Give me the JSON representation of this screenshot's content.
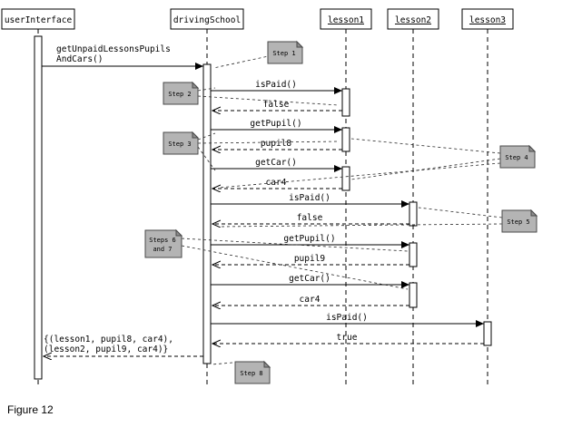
{
  "caption": "Figure 12",
  "colors": {
    "note_fill": "#b4b4b4",
    "note_fold": "#8e8e8e",
    "line": "#000000",
    "background": "#ffffff"
  },
  "lifelines": [
    {
      "name": "userInterface",
      "underlined": false
    },
    {
      "name": "drivingSchool",
      "underlined": false
    },
    {
      "name": "lesson1",
      "underlined": true
    },
    {
      "name": "lesson2",
      "underlined": true
    },
    {
      "name": "lesson3",
      "underlined": true
    }
  ],
  "messages": [
    {
      "from": "userInterface",
      "to": "drivingSchool",
      "type": "call",
      "lines": [
        "getUnpaidLessonsPupils",
        "AndCars()"
      ]
    },
    {
      "from": "drivingSchool",
      "to": "lesson1",
      "type": "call",
      "lines": [
        "isPaid()"
      ]
    },
    {
      "from": "lesson1",
      "to": "drivingSchool",
      "type": "return",
      "lines": [
        "false"
      ]
    },
    {
      "from": "drivingSchool",
      "to": "lesson1",
      "type": "call",
      "lines": [
        "getPupil()"
      ]
    },
    {
      "from": "lesson1",
      "to": "drivingSchool",
      "type": "return",
      "lines": [
        "pupil8"
      ]
    },
    {
      "from": "drivingSchool",
      "to": "lesson1",
      "type": "call",
      "lines": [
        "getCar()"
      ]
    },
    {
      "from": "lesson1",
      "to": "drivingSchool",
      "type": "return",
      "lines": [
        "car4"
      ]
    },
    {
      "from": "drivingSchool",
      "to": "lesson2",
      "type": "call",
      "lines": [
        "isPaid()"
      ]
    },
    {
      "from": "lesson2",
      "to": "drivingSchool",
      "type": "return",
      "lines": [
        "false"
      ]
    },
    {
      "from": "drivingSchool",
      "to": "lesson2",
      "type": "call",
      "lines": [
        "getPupil()"
      ]
    },
    {
      "from": "lesson2",
      "to": "drivingSchool",
      "type": "return",
      "lines": [
        "pupil9"
      ]
    },
    {
      "from": "drivingSchool",
      "to": "lesson2",
      "type": "call",
      "lines": [
        "getCar()"
      ]
    },
    {
      "from": "lesson2",
      "to": "drivingSchool",
      "type": "return",
      "lines": [
        "car4"
      ]
    },
    {
      "from": "drivingSchool",
      "to": "lesson3",
      "type": "call",
      "lines": [
        "isPaid()"
      ]
    },
    {
      "from": "lesson3",
      "to": "drivingSchool",
      "type": "return",
      "lines": [
        "true"
      ]
    },
    {
      "from": "drivingSchool",
      "to": "userInterface",
      "type": "return",
      "lines": [
        "{(lesson1, pupil8, car4),",
        "(lesson2, pupil9, car4)}"
      ]
    }
  ],
  "notes": [
    {
      "lines": [
        "Step 1"
      ]
    },
    {
      "lines": [
        "Step 2"
      ]
    },
    {
      "lines": [
        "Step 3"
      ]
    },
    {
      "lines": [
        "Step 4"
      ]
    },
    {
      "lines": [
        "Step 5"
      ]
    },
    {
      "lines": [
        "Steps 6",
        "and 7"
      ]
    },
    {
      "lines": [
        "Step 8"
      ]
    }
  ]
}
